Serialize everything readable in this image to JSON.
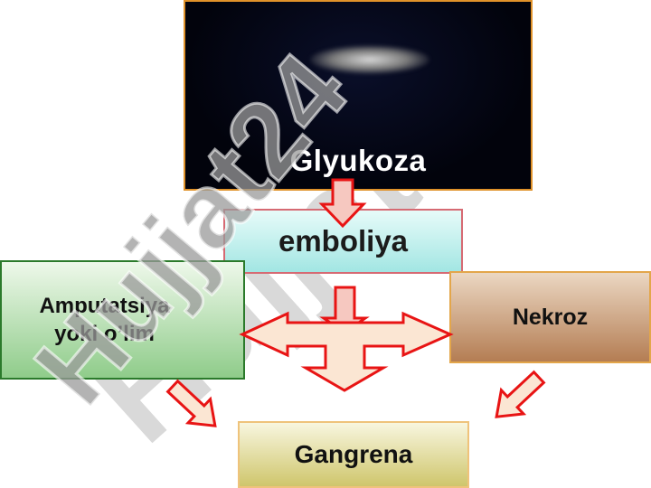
{
  "nodes": {
    "glyukoza": "Glyukoza",
    "emboliya": "emboliya",
    "amputatsiya_line1": "Amputatsiya",
    "amputatsiya_line2": "yoki o’lim",
    "nekroz": "Nekroz",
    "gangrena": "Gangrena"
  },
  "watermark": {
    "text": "Hujjat24",
    "color": "#2a1a6a"
  },
  "colors": {
    "arrow_stroke": "#e81414",
    "arrow_fill_light": "#fbe6d3",
    "arrow_fill_pink": "#f6c8c0"
  }
}
